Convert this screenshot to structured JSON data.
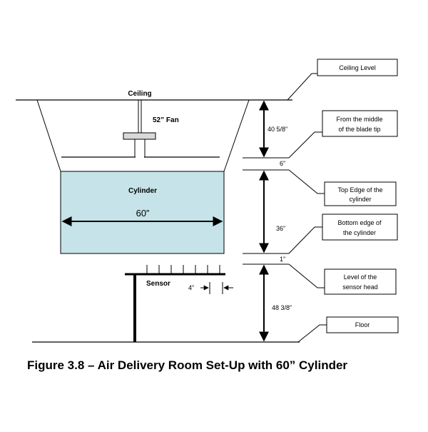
{
  "figure": {
    "caption": "Figure 3.8 – Air Delivery Room Set-Up with 60” Cylinder"
  },
  "diagram": {
    "ceiling_label": "Ceiling",
    "fan_label": "52” Fan",
    "cylinder_label": "Cylinder",
    "cylinder_width": "60”",
    "sensor_label": "Sensor",
    "sensor_gap": "4”",
    "cylinder_fill_color": "#c5e3e8",
    "dimensions": {
      "ceiling_to_blade": "40 5/8”",
      "blade_to_top": "6”",
      "cylinder_height": "36”",
      "bottom_to_sensor": "1”",
      "sensor_to_floor": "48 3/8”"
    },
    "callouts": {
      "ceiling_level": "Ceiling Level",
      "blade_tip_line1": "From the middle",
      "blade_tip_line2": "of the blade tip",
      "top_edge_line1": "Top Edge of the",
      "top_edge_line2": "cylinder",
      "bottom_edge_line1": "Bottom edge of",
      "bottom_edge_line2": "the cylinder",
      "sensor_head_line1": "Level of the",
      "sensor_head_line2": "sensor head",
      "floor": "Floor"
    }
  }
}
